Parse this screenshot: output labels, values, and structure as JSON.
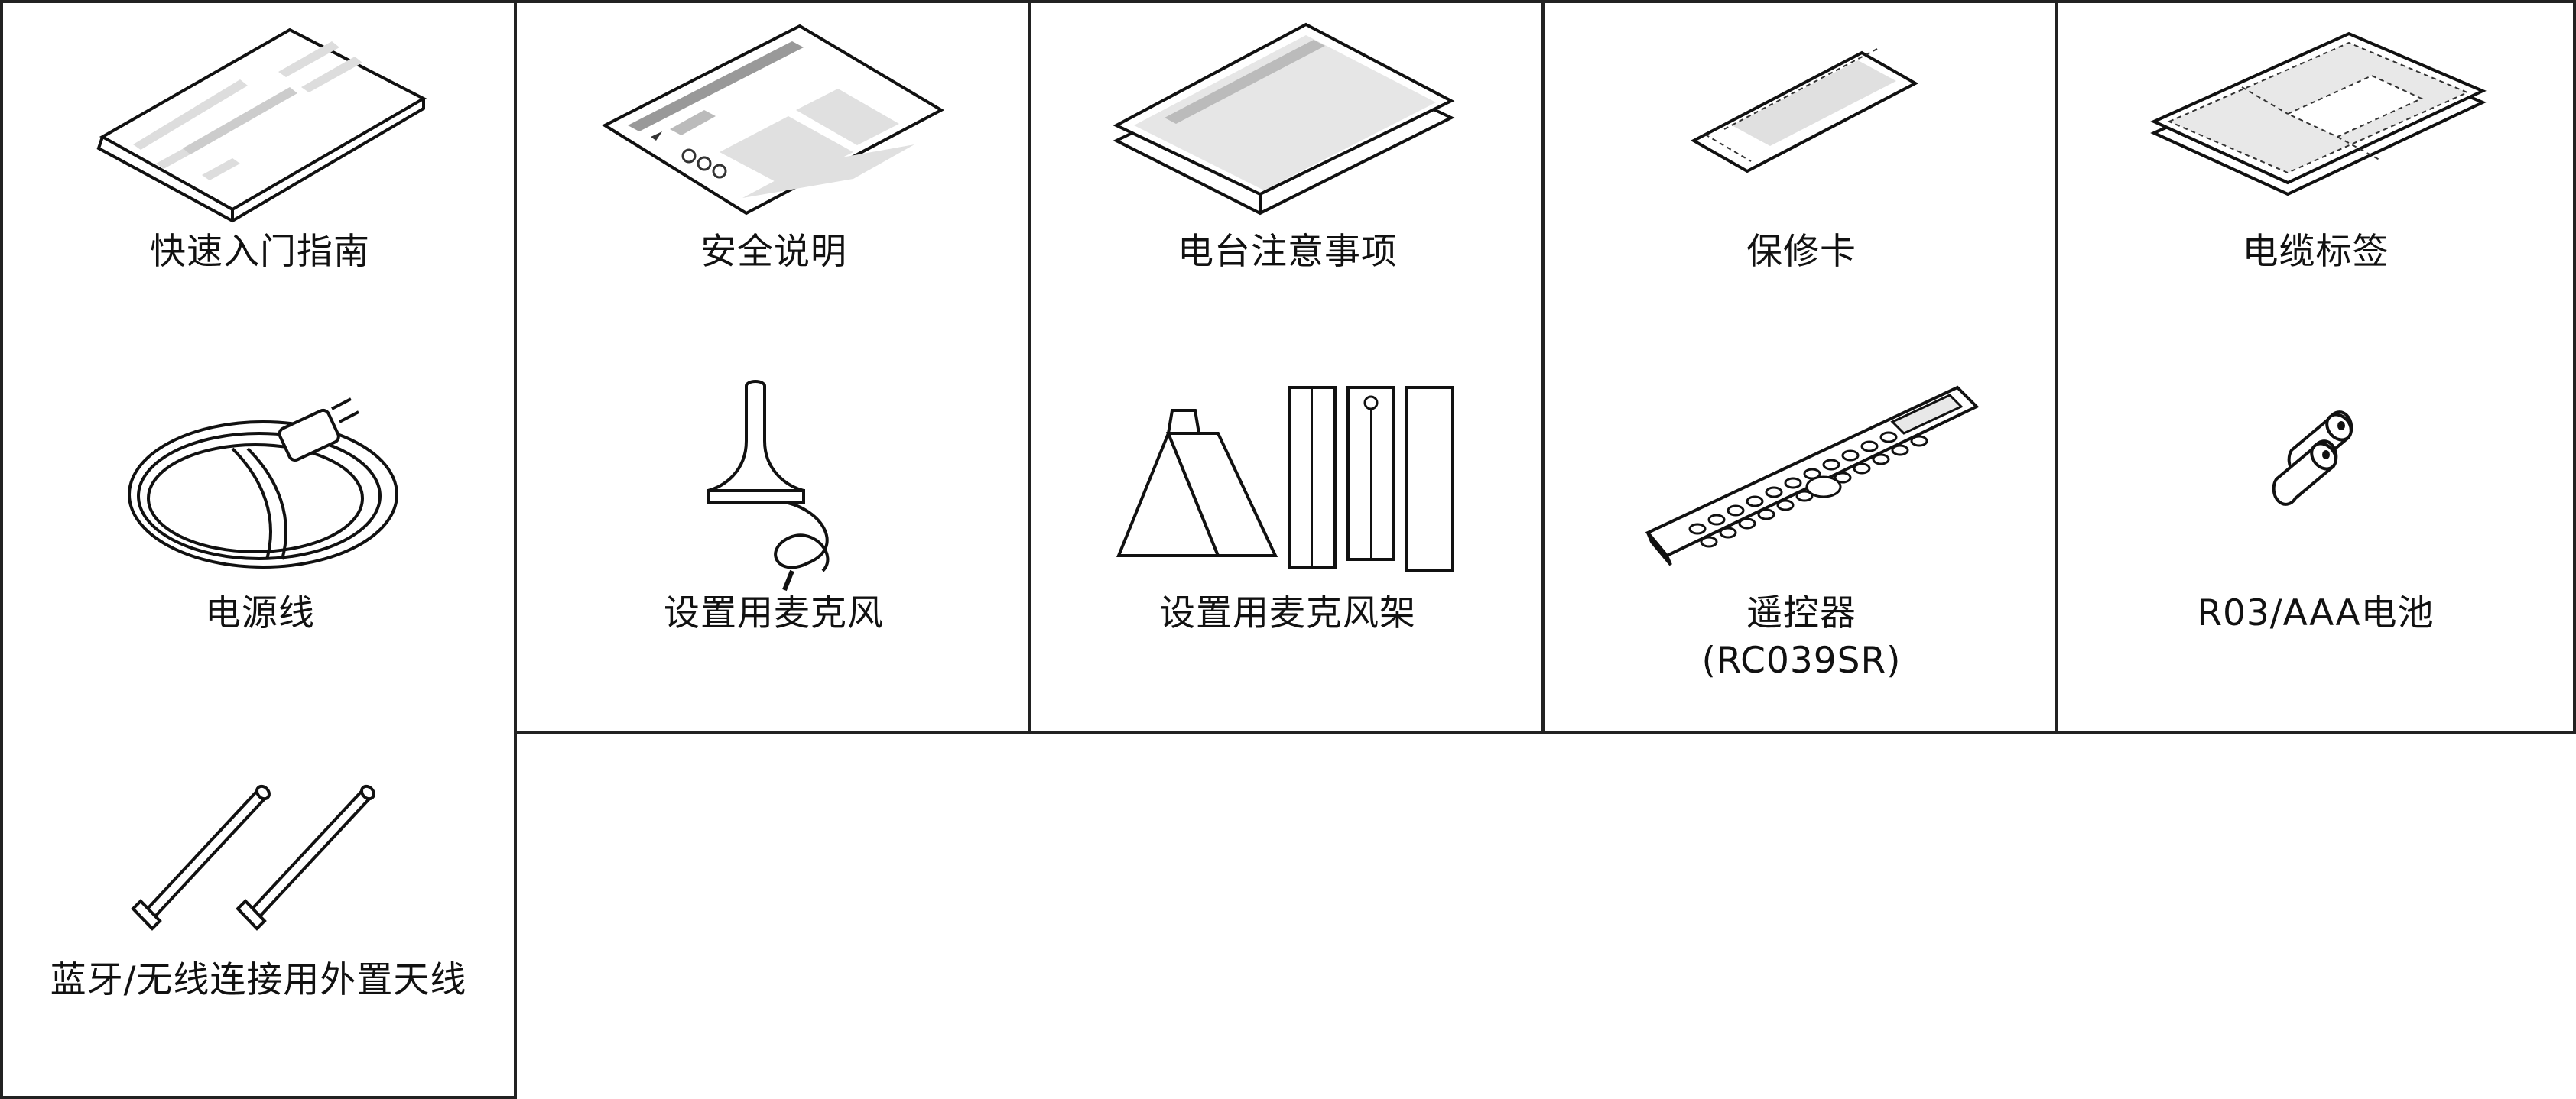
{
  "items": [
    {
      "label": "快速入门指南",
      "icon": "quick-start-guide-icon"
    },
    {
      "label": "安全说明",
      "icon": "safety-instructions-icon"
    },
    {
      "label": "电台注意事项",
      "icon": "radio-notes-icon"
    },
    {
      "label": "保修卡",
      "icon": "warranty-card-icon"
    },
    {
      "label": "电缆标签",
      "icon": "cable-labels-icon"
    },
    {
      "label": "电源线",
      "icon": "power-cord-icon"
    },
    {
      "label": "设置用麦克风",
      "icon": "setup-microphone-icon"
    },
    {
      "label": "设置用麦克风架",
      "icon": "microphone-stand-icon"
    },
    {
      "label": "遥控器",
      "label_line2": "(RC039SR)",
      "icon": "remote-control-icon"
    },
    {
      "label": "R03/AAA电池",
      "icon": "batteries-icon"
    },
    {
      "label": "蓝牙/无线连接用外置天线",
      "icon": "external-antenna-icon"
    }
  ]
}
